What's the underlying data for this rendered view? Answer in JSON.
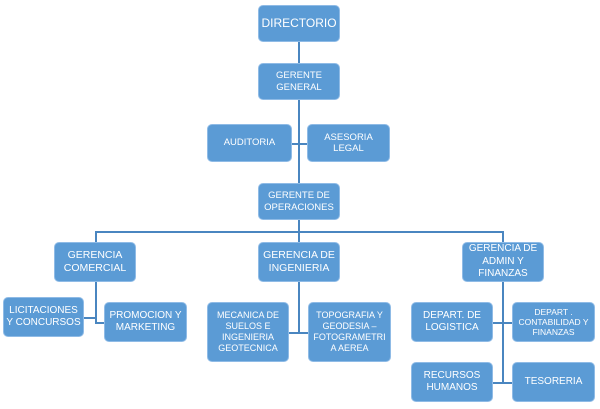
{
  "nodes": {
    "directorio": "DIRECTORIO",
    "gerente_general": "GERENTE GENERAL",
    "auditoria": "AUDITORIA",
    "asesoria_legal": "ASESORIA LEGAL",
    "gerente_operaciones": "GERENTE DE OPERACIONES",
    "gerencia_comercial": "GERENCIA COMERCIAL",
    "gerencia_ingenieria": "GERENCIA DE INGENIERIA",
    "gerencia_admin": "GERENCIA DE ADMIN Y FINANZAS",
    "licitaciones": "LICITACIONES Y CONCURSOS",
    "promocion": "PROMOCION Y MARKETING",
    "mecanica": "MECANICA DE SUELOS E INGENIERIA GEOTECNICA",
    "topografia": "TOPOGRAFIA Y GEODESIA – FOTOGRAMETRI A  AEREA",
    "logistica": "DEPART. DE LOGISTICA",
    "contabilidad": "DEPART . CONTABILIDAD Y FINANZAS",
    "recursos_humanos": "RECURSOS HUMANOS",
    "tesoreria": "TESORERIA"
  },
  "colors": {
    "box": "#5b9bd5",
    "line": "#4a86c0"
  }
}
